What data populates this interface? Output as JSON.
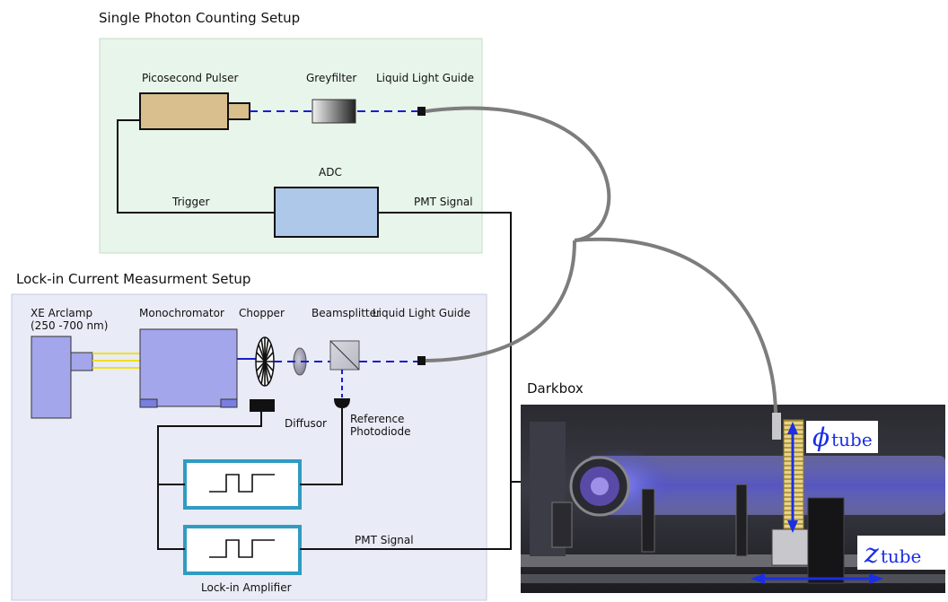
{
  "single_photon_setup": {
    "title": "Single Photon Counting Setup",
    "picosecond_pulser": "Picosecond Pulser",
    "greyfilter": "Greyfilter",
    "liquid_light_guide": "Liquid Light Guide",
    "adc": "ADC",
    "trigger": "Trigger",
    "pmt_signal": "PMT Signal"
  },
  "lockin_setup": {
    "title": "Lock-in Current Measurment Setup",
    "xe_arclamp_line1": "XE Arclamp",
    "xe_arclamp_line2": "(250 -700 nm)",
    "monochromator": "Monochromator",
    "chopper": "Chopper",
    "beamsplitter": "Beamsplitter",
    "liquid_light_guide": "Liquid Light Guide",
    "diffusor": "Diffusor",
    "reference_photodiode_line1": "Reference",
    "reference_photodiode_line2": "Photodiode",
    "pmt_signal": "PMT Signal",
    "lockin_amplifier": "Lock-in Amplifier"
  },
  "darkbox": {
    "title": "Darkbox",
    "phi_symbol": "ϕ",
    "phi_subscript": "tube",
    "z_symbol": "z",
    "z_subscript": "tube"
  },
  "colors": {
    "single_photon_bg": "#e8f5ea",
    "lockin_bg": "#e9ebf6",
    "pulser_fill": "#d9bf8e",
    "adc_fill": "#adc8e8",
    "lamp_fill": "#a3a6ea",
    "beam_blue": "#1c1ccf",
    "lockin_amp_border": "#2f9cc2",
    "fiber_grey": "#7d7d7d",
    "arrow_blue": "#1a2ee6"
  }
}
